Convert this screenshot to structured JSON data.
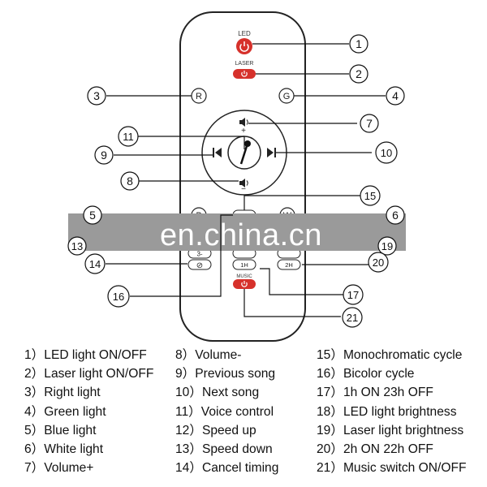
{
  "remote": {
    "led_label": "LED",
    "laser_label": "LASER",
    "music_label": "MUSIC",
    "btn_r": "R",
    "btn_g": "G",
    "btn_w": "W",
    "btn_b": "B",
    "btn_3": "3-",
    "btn_1h": "1H",
    "btn_2h": "2H",
    "btn_cancel_glyph": "⊘",
    "vol_plus_sign": "+",
    "vol_minus_sign": "−",
    "button_red": "#d6312b",
    "body_stroke": "#222222",
    "watermark_band": "#9a9a9a"
  },
  "callouts": [
    {
      "num": "1"
    },
    {
      "num": "2"
    },
    {
      "num": "3"
    },
    {
      "num": "4"
    },
    {
      "num": "5"
    },
    {
      "num": "6"
    },
    {
      "num": "7"
    },
    {
      "num": "8"
    },
    {
      "num": "9"
    },
    {
      "num": "10"
    },
    {
      "num": "11"
    },
    {
      "num": "13"
    },
    {
      "num": "14"
    },
    {
      "num": "15"
    },
    {
      "num": "16"
    },
    {
      "num": "17"
    },
    {
      "num": "19"
    },
    {
      "num": "20"
    },
    {
      "num": "21"
    }
  ],
  "watermark": "en.china.cn",
  "legend": {
    "col1": [
      "1）LED light ON/OFF",
      "2）Laser light ON/OFF",
      "3）Right light",
      "4）Green light",
      "5）Blue light",
      "6）White light",
      "7）Volume+"
    ],
    "col2": [
      "8）Volume-",
      "9）Previous song",
      "10）Next song",
      "11）Voice control",
      "12）Speed up",
      "13）Speed down",
      "14）Cancel timing"
    ],
    "col3": [
      "15）Monochromatic cycle",
      "16）Bicolor cycle",
      "17）1h ON 23h OFF",
      "18）LED light brightness",
      "19）Laser light brightness",
      "20）2h ON 22h OFF",
      "21）Music switch ON/OFF"
    ]
  }
}
